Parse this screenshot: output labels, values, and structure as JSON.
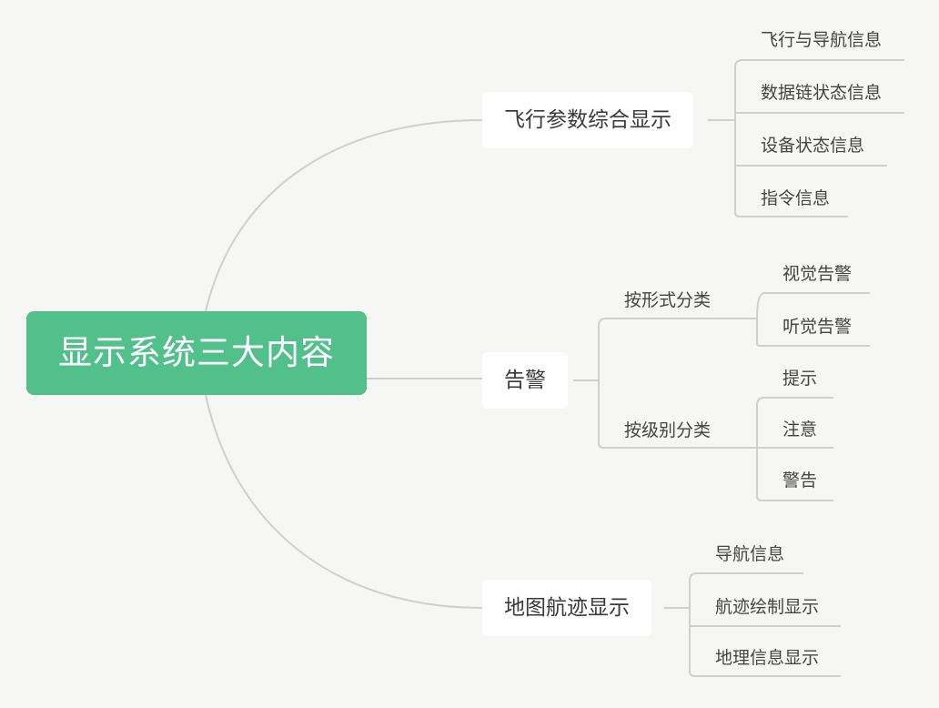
{
  "mindmap": {
    "root": {
      "label": "显示系统三大内容",
      "color": "#52c08a"
    },
    "branches": [
      {
        "label": "飞行参数综合显示",
        "children": [
          {
            "label": "飞行与导航信息"
          },
          {
            "label": "数据链状态信息"
          },
          {
            "label": "设备状态信息"
          },
          {
            "label": "指令信息"
          }
        ]
      },
      {
        "label": "告警",
        "groups": [
          {
            "label": "按形式分类",
            "children": [
              {
                "label": "视觉告警"
              },
              {
                "label": "听觉告警"
              }
            ]
          },
          {
            "label": "按级别分类",
            "children": [
              {
                "label": "提示"
              },
              {
                "label": "注意"
              },
              {
                "label": "警告"
              }
            ]
          }
        ]
      },
      {
        "label": "地图航迹显示",
        "children": [
          {
            "label": "导航信息"
          },
          {
            "label": "航迹绘制显示"
          },
          {
            "label": "地理信息显示"
          }
        ]
      }
    ],
    "colors": {
      "line": "#cfcfcf",
      "background": "#f6f6f4",
      "node_bg": "#ffffff",
      "text": "#333333"
    }
  }
}
